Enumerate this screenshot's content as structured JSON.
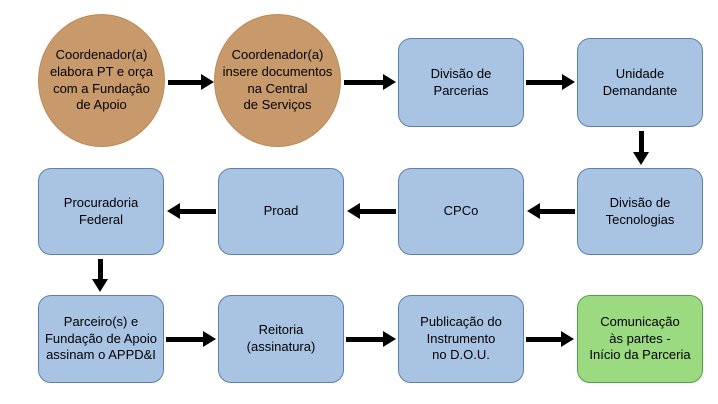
{
  "colors": {
    "background": "#ffffff",
    "circle-fill": "#C89A6B",
    "circle-border": "#BD8A57",
    "box-fill": "#A9C4E3",
    "box-border": "#5D7FAE",
    "green-fill": "#9BDA81",
    "green-border": "#4FA246",
    "arrow": "#000000",
    "text": "#000000"
  },
  "nodes": {
    "coordenador_elabora": "Coordenador(a)\nelabora PT e orça\ncom a Fundação\nde Apoio",
    "coordenador_insere": "Coordenador(a)\ninsere documentos\nna Central\nde Serviços",
    "divisao_parcerias": "Divisão de\nParcerias",
    "unidade_demandante": "Unidade\nDemandante",
    "divisao_tecnologias": "Divisão de\nTecnologias",
    "cpco": "CPCo",
    "proad": "Proad",
    "procuradoria_federal": "Procuradoria\nFederal",
    "parceiros_assinam": "Parceiro(s) e\nFundação de Apoio\nassinam o APPD&I",
    "reitoria": "Reitoria\n(assinatura)",
    "publicacao_dou": "Publicação do\nInstrumento\nno D.O.U.",
    "comunicacao_partes": "Comunicação\nàs partes -\nInício da Parceria"
  },
  "connections": [
    {
      "from": "coordenador_elabora",
      "to": "coordenador_insere",
      "direction": "right"
    },
    {
      "from": "coordenador_insere",
      "to": "divisao_parcerias",
      "direction": "right"
    },
    {
      "from": "divisao_parcerias",
      "to": "unidade_demandante",
      "direction": "right"
    },
    {
      "from": "unidade_demandante",
      "to": "divisao_tecnologias",
      "direction": "down"
    },
    {
      "from": "divisao_tecnologias",
      "to": "cpco",
      "direction": "left"
    },
    {
      "from": "cpco",
      "to": "proad",
      "direction": "left"
    },
    {
      "from": "proad",
      "to": "procuradoria_federal",
      "direction": "left"
    },
    {
      "from": "procuradoria_federal",
      "to": "parceiros_assinam",
      "direction": "down"
    },
    {
      "from": "parceiros_assinam",
      "to": "reitoria",
      "direction": "right"
    },
    {
      "from": "reitoria",
      "to": "publicacao_dou",
      "direction": "right"
    },
    {
      "from": "publicacao_dou",
      "to": "comunicacao_partes",
      "direction": "right"
    }
  ]
}
